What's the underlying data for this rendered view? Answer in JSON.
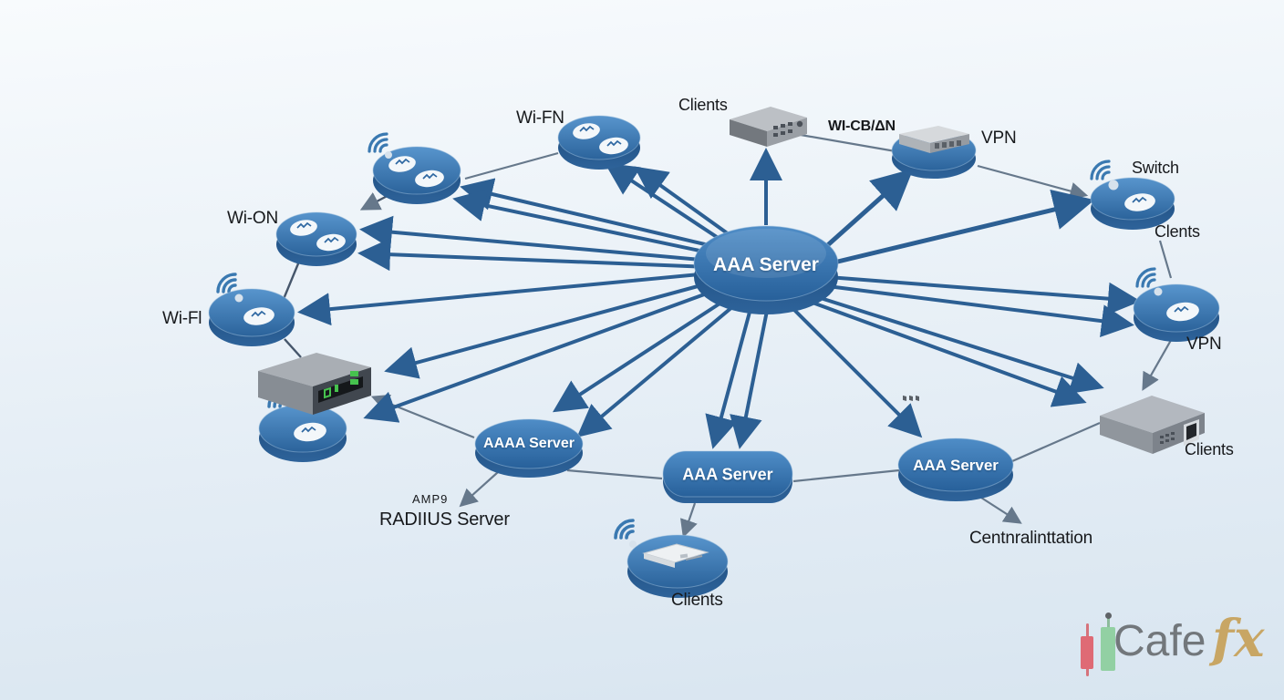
{
  "colors": {
    "arrow_blue": "#2c5f93",
    "line_gray": "#66788b",
    "disc_blue_top": "#3d7ab3",
    "disc_blue_side": "#1d4e81",
    "background_top": "#f8fbfd",
    "background_bottom": "#d8e5f0",
    "label_dark": "#17191c",
    "logo_gray": "#6a6e72",
    "logo_gold": "#c7a159",
    "candle_red": "#e0606b",
    "candle_green": "#8ccf9d"
  },
  "center_node": {
    "label": "AAA Server"
  },
  "nodes": {
    "wifn": {
      "label": "Wi-FN"
    },
    "clients_top": {
      "label": "Clients"
    },
    "wicvlan": {
      "label": "WI-CB/ΔN"
    },
    "vpn_top": {
      "label": "VPN"
    },
    "switch_right": {
      "label": "Switch"
    },
    "clients_right_upper": {
      "label": "Clents"
    },
    "vpn_right": {
      "label": "VPN"
    },
    "clients_right_lower": {
      "label": "Clients"
    },
    "wion": {
      "label": "Wi-ON"
    },
    "wifl": {
      "label": "Wi-Fl"
    },
    "aaaa_server": {
      "label": "AAAA Server"
    },
    "amp9": {
      "label": "AMP9"
    },
    "radius_server": {
      "label": "RADIIUS Server"
    },
    "aaa_bottom_center": {
      "label": "AAA Server"
    },
    "clients_bottom": {
      "label": "Clients"
    },
    "aaa_bottom_right": {
      "label": "AAA Server"
    },
    "centralization": {
      "label": "Centnralinttation"
    }
  },
  "watermark": {
    "brand": "Cafe",
    "suffix": "fx"
  }
}
